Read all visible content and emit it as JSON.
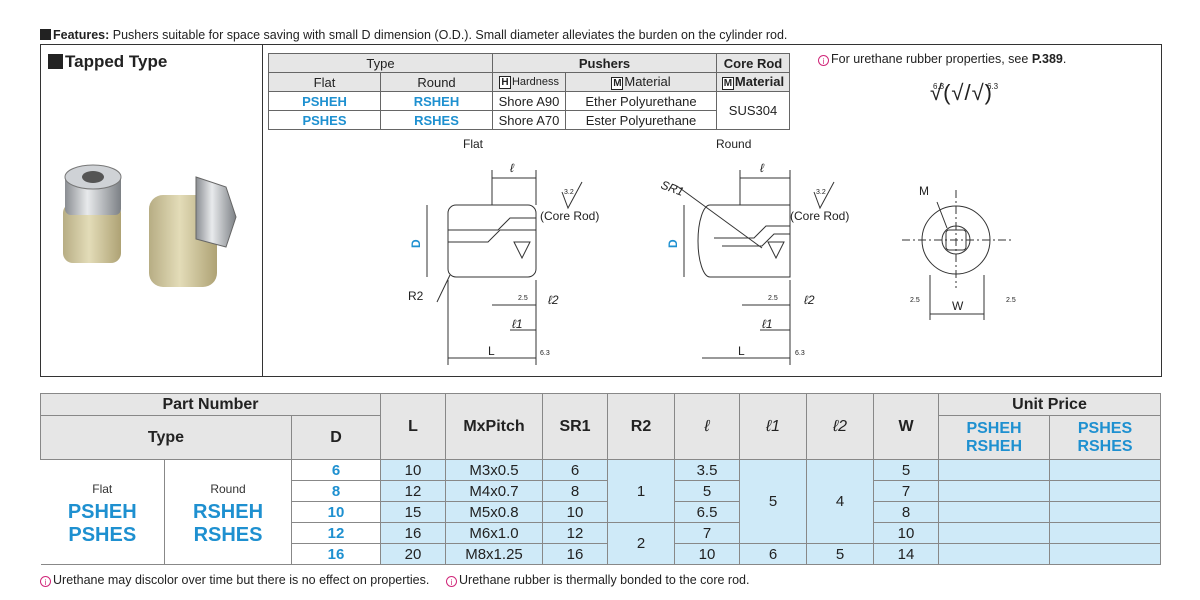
{
  "features": {
    "label": "Features:",
    "text": " Pushers suitable for space saving with small D dimension (O.D.). Small diameter alleviates the burden on the cylinder rod."
  },
  "product_title": "Tapped Type",
  "spec_table": {
    "type_header": "Type",
    "pushers_header": "Pushers",
    "core_rod_header": "Core Rod",
    "flat_header": "Flat",
    "round_header": "Round",
    "hardness_header": "Hardness",
    "material_header": "Material",
    "core_material_header": "Material",
    "box_h": "H",
    "box_m": "M",
    "rows": [
      {
        "flat": "PSHEH",
        "round": "RSHEH",
        "hardness": "Shore A90",
        "material": "Ether Polyurethane"
      },
      {
        "flat": "PSHES",
        "round": "RSHES",
        "hardness": "Shore A70",
        "material": "Ester Polyurethane"
      }
    ],
    "core_rod_material": "SUS304"
  },
  "note_top": "For urethane rubber properties, see ",
  "note_top_page": "P.389",
  "note_top_end": ".",
  "roughness_symbol": "√(√/√)",
  "roughness_values": [
    "6.3",
    "6.3"
  ],
  "drawings": {
    "flat_title": "Flat",
    "round_title": "Round",
    "core_rod": "(Core Rod)",
    "d": "D",
    "l": "ℓ",
    "l1": "ℓ1",
    "l2": "ℓ2",
    "big_l": "L",
    "r2": "R2",
    "sr1": "SR1",
    "m": "M",
    "w": "W",
    "finish_3_2": "3.2",
    "finish_6_3": "6.3",
    "finish_2_5": "2.5"
  },
  "main_table": {
    "part_number": "Part Number",
    "type": "Type",
    "d": "D",
    "L": "L",
    "mxpitch": "MxPitch",
    "sr1": "SR1",
    "r2": "R2",
    "l": "ℓ",
    "l1": "ℓ1",
    "l2": "ℓ2",
    "w": "W",
    "unit_price": "Unit Price",
    "price_col1": [
      "PSHEH",
      "RSHEH"
    ],
    "price_col2": [
      "PSHES",
      "RSHES"
    ],
    "flat_label": "Flat",
    "round_label": "Round",
    "flat_codes": [
      "PSHEH",
      "PSHES"
    ],
    "round_codes": [
      "RSHEH",
      "RSHES"
    ],
    "rows": [
      {
        "d": "6",
        "L": "10",
        "mx": "M3x0.5",
        "sr1": "6",
        "l": "3.5",
        "w": "5"
      },
      {
        "d": "8",
        "L": "12",
        "mx": "M4x0.7",
        "sr1": "8",
        "l": "5",
        "w": "7"
      },
      {
        "d": "10",
        "L": "15",
        "mx": "M5x0.8",
        "sr1": "10",
        "l": "6.5",
        "w": "8"
      },
      {
        "d": "12",
        "L": "16",
        "mx": "M6x1.0",
        "sr1": "12",
        "l": "7",
        "w": "10"
      },
      {
        "d": "16",
        "L": "20",
        "mx": "M8x1.25",
        "sr1": "16",
        "l": "10",
        "w": "14"
      }
    ],
    "r2_values": [
      "1",
      "2"
    ],
    "l1_values": [
      "5",
      "6"
    ],
    "l2_values": [
      "4",
      "5"
    ]
  },
  "footnotes": [
    "Urethane may discolor over time but there is no effect on properties.",
    "Urethane rubber is thermally bonded to the core rod."
  ],
  "colors": {
    "accent_blue": "#1e90d0",
    "cell_blue": "#cfeaf8",
    "header_gray": "#e6e6e6",
    "pin_magenta": "#d0277a"
  }
}
